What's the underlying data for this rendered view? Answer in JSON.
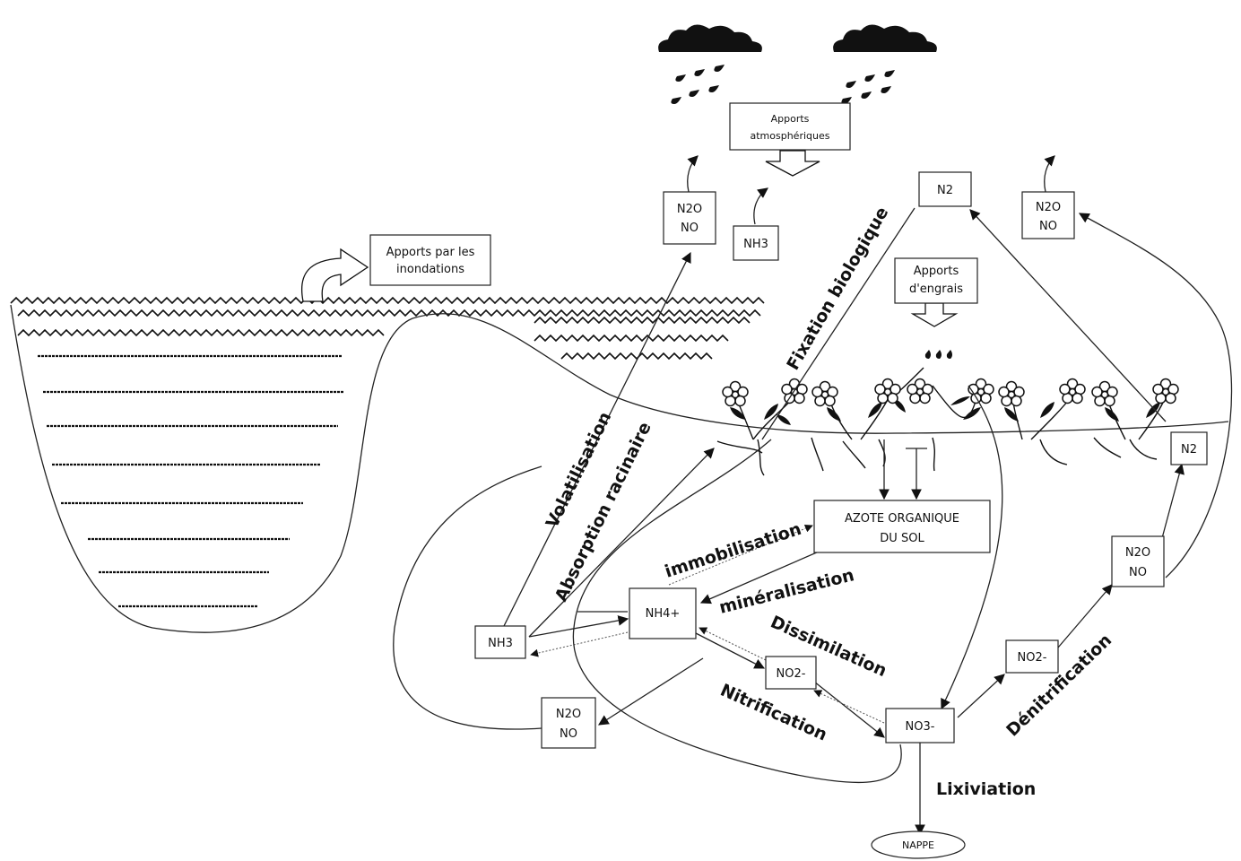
{
  "boxes": {
    "atmospheric": [
      "Apports",
      "atmosphériques"
    ],
    "floods": [
      "Apports par les",
      "inondations"
    ],
    "fertilizer": [
      "Apports",
      "d'engrais"
    ],
    "n2o_top_left": [
      "N2O",
      "NO"
    ],
    "nh3_top": "NH3",
    "n2_top": "N2",
    "n2o_top_right": [
      "N2O",
      "NO"
    ],
    "organic_n": [
      "AZOTE ORGANIQUE",
      "DU SOL"
    ],
    "nh4": "NH4+",
    "nh3_low": "NH3",
    "no2_mid": "NO2-",
    "no3": "NO3-",
    "n2o_low": [
      "N2O",
      "NO"
    ],
    "no2_right": "NO2-",
    "n2o_right": [
      "N2O",
      "NO"
    ],
    "n2_right": "N2",
    "nappe": "NAPPE"
  },
  "processes": {
    "volatilisation": "Volatilisation",
    "absorption": "Absorption racinaire",
    "fixation": "Fixation biologique",
    "immobilisation": "immobilisation",
    "mineralisation": "minéralisation",
    "dissimilation": "Dissimilation",
    "nitrification": "Nitrification",
    "denitrification": "Dénitrification",
    "lixiviation": "Lixiviation"
  }
}
